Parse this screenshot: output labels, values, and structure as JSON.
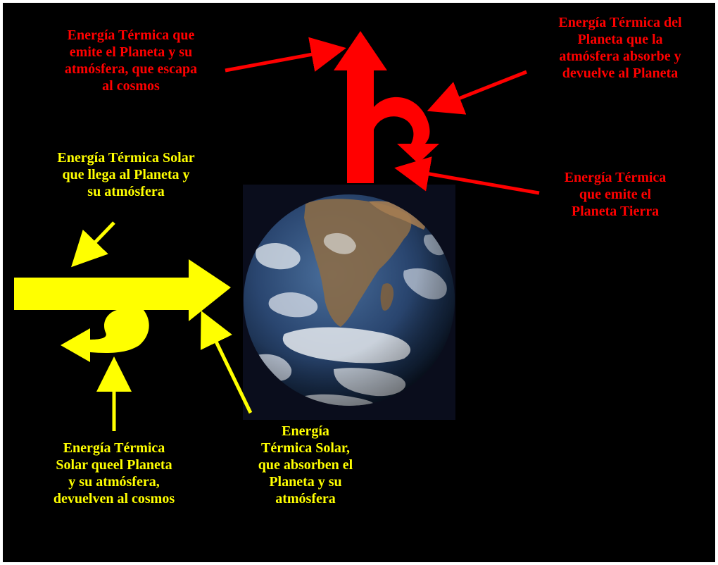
{
  "colors": {
    "background": "#000000",
    "thermal_arrows": "#ff0000",
    "solar_arrows": "#ffff00"
  },
  "labels": {
    "emits_escapes": "Energía Térmica que\nemite el Planeta y su\natmósfera, que escapa\nal cosmos",
    "absorbed_returned": "Energía Térmica del\nPlaneta que la\natmósfera absorbe y\ndevuelve al Planeta",
    "solar_arrives": "Energía Térmica Solar\nque llega al Planeta y\nsu atmósfera",
    "earth_emits": "Energía Térmica\nque emite el\nPlaneta Tierra",
    "solar_reflected": "Energía Térmica\nSolar queel Planeta\ny su atmósfera,\ndevuelven al cosmos",
    "solar_absorbed": "Energía\nTérmica Solar,\nque absorben el\nPlaneta y su\natmósfera"
  },
  "image": {
    "subject": "planet-earth-photo"
  },
  "icons": {
    "thermal_flow": "u-turn-arrow-up",
    "solar_flow": "u-turn-arrow-right"
  }
}
